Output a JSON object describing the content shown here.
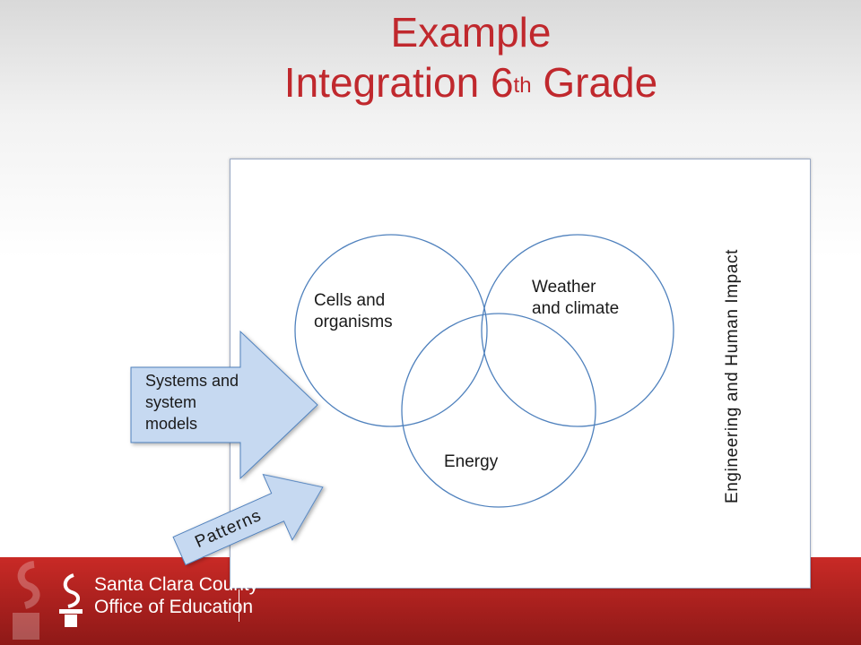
{
  "slide": {
    "title_line1": "Example",
    "title_line2_pre": "Integration 6",
    "title_line2_sup": "th",
    "title_line2_post": " Grade"
  },
  "diagram": {
    "circles": [
      {
        "label_line1": "Cells and",
        "label_line2": "organisms"
      },
      {
        "label_line1": "Weather",
        "label_line2": "and climate"
      },
      {
        "label": "Energy"
      }
    ],
    "side_label": "Engineering and Human Impact",
    "arrows": [
      {
        "label_line1": "Systems and",
        "label_line2": "system",
        "label_line3": "models"
      },
      {
        "label": "Patterns"
      }
    ]
  },
  "footer": {
    "org_line1": "Santa Clara County",
    "org_line2": "Office of Education"
  },
  "colors": {
    "title": "#c0282d",
    "footer": "#b02320",
    "arrow_fill": "#c6d9f1",
    "circle_stroke": "#4f81bd"
  }
}
